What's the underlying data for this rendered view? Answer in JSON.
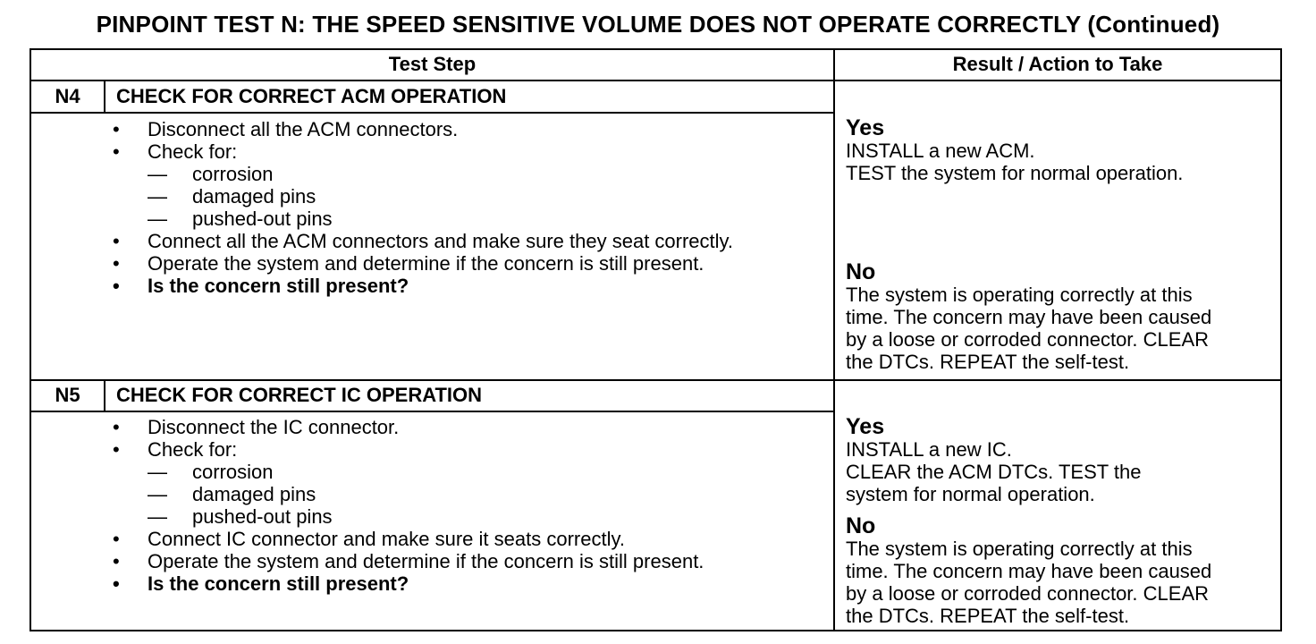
{
  "title": "PINPOINT TEST N: THE SPEED SENSITIVE VOLUME DOES NOT OPERATE CORRECTLY (Continued)",
  "headers": {
    "test_step": "Test Step",
    "result": "Result / Action to Take"
  },
  "steps": [
    {
      "id": "N4",
      "title": "CHECK FOR CORRECT ACM OPERATION",
      "items": [
        {
          "type": "bullet",
          "text": "Disconnect all the ACM connectors."
        },
        {
          "type": "bullet",
          "text": "Check for:"
        },
        {
          "type": "dash",
          "mark": "—",
          "text": "corrosion"
        },
        {
          "type": "dash",
          "mark": "—",
          "text": "damaged pins"
        },
        {
          "type": "dash",
          "mark": "—",
          "text": "pushed-out pins"
        },
        {
          "type": "bullet",
          "text": "Connect all the ACM connectors and make sure they seat correctly."
        },
        {
          "type": "bullet",
          "text": "Operate the system and determine if the concern is still present."
        },
        {
          "type": "bullet-bold",
          "text": "Is the concern still present?"
        }
      ],
      "yes_label": "Yes",
      "yes_lines": [
        "INSTALL a new ACM.",
        "TEST the  system for normal operation."
      ],
      "no_label": "No",
      "no_lines": [
        "The system is operating correctly at this",
        "time. The concern may have been caused",
        "by a loose or corroded connector. CLEAR",
        "the DTCs. REPEAT the self-test."
      ]
    },
    {
      "id": "N5",
      "title": "CHECK FOR CORRECT IC OPERATION",
      "items": [
        {
          "type": "bullet",
          "text": "Disconnect the IC connector."
        },
        {
          "type": "bullet",
          "text": "Check for:"
        },
        {
          "type": "dash",
          "mark": "—",
          "text": "corrosion"
        },
        {
          "type": "dash",
          "mark": "—",
          "text": "damaged pins"
        },
        {
          "type": "dash",
          "mark": "—",
          "text": "pushed-out pins"
        },
        {
          "type": "bullet",
          "text": "Connect IC connector and make sure it seats correctly."
        },
        {
          "type": "bullet",
          "text": "Operate the system and determine if the concern is still present."
        },
        {
          "type": "bullet-bold",
          "text": "Is the concern still present?"
        }
      ],
      "yes_label": "Yes",
      "yes_lines": [
        "INSTALL a new IC.",
        "CLEAR the ACM DTCs. TEST the",
        "system for normal operation."
      ],
      "no_label": "No",
      "no_lines": [
        "The system is operating correctly at this",
        "time. The concern may have been caused",
        "by a loose or corroded connector. CLEAR",
        "the DTCs. REPEAT the self-test."
      ]
    }
  ]
}
